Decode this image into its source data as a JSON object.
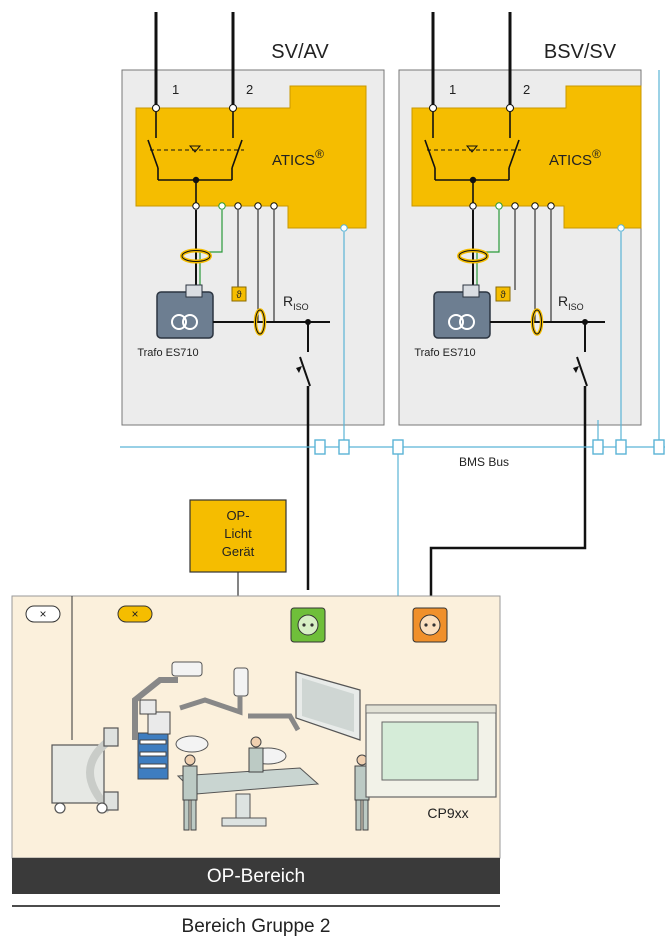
{
  "panels": [
    {
      "title": "SV/AV",
      "input_1": "1",
      "input_2": "2",
      "atics": "ATICS",
      "reg": "®",
      "riso_main": "R",
      "riso_sub": "ISO",
      "trafo": "Trafo ES710"
    },
    {
      "title": "BSV/SV",
      "input_1": "1",
      "input_2": "2",
      "atics": "ATICS",
      "reg": "®",
      "riso_main": "R",
      "riso_sub": "ISO",
      "trafo": "Trafo ES710"
    }
  ],
  "bus_label": "BMS Bus",
  "op_light": {
    "line1": "OP-",
    "line2": "Licht",
    "line3": "Gerät"
  },
  "room": {
    "name": "OP-Bereich",
    "panel_label": "CP9xx"
  },
  "group_label": "Bereich Gruppe 2",
  "colors": {
    "atics_yellow": "#f5bd00",
    "panel_gray": "#ececec",
    "bus_blue": "#5ab4d6",
    "room_bg": "#fbf0dc",
    "socket_green": "#6fbf3a",
    "socket_orange": "#f0902b",
    "footer_dark": "#3a3a3a"
  }
}
